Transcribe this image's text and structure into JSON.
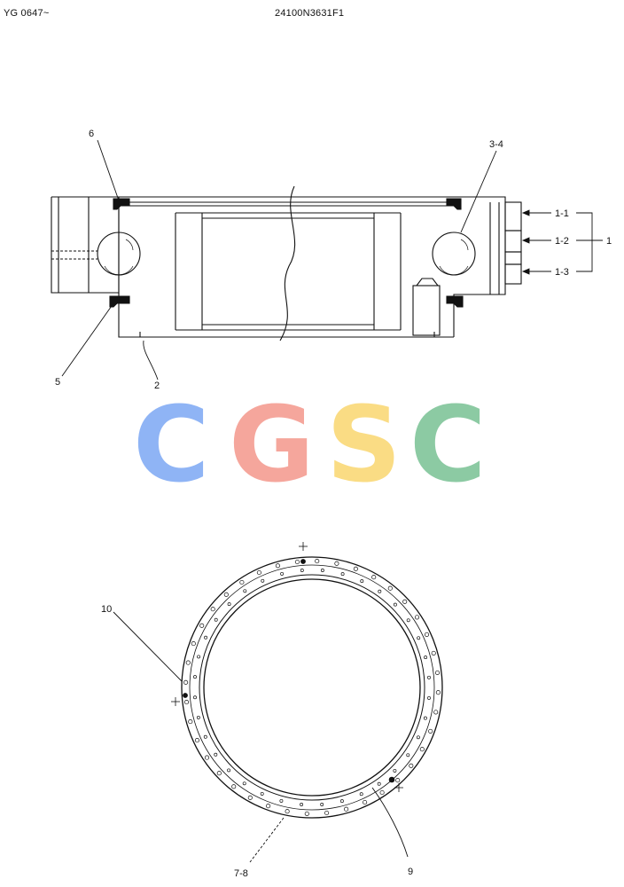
{
  "header": {
    "model_code": "YG 0647~",
    "drawing_number": "24100N3631F1"
  },
  "section_view": {
    "callouts": {
      "c6": "6",
      "c34": "3-4",
      "c11": "1-1",
      "c12": "1-2",
      "c13": "1-3",
      "c1": "1",
      "c5": "5",
      "c2": "2"
    }
  },
  "logo": {
    "letters": [
      "C",
      "G",
      "S",
      "C"
    ],
    "colors": [
      "#8fb4f5",
      "#f5a69c",
      "#fadc84",
      "#8ccaa3"
    ]
  },
  "plan_view": {
    "callouts": {
      "c10": "10",
      "c78": "7-8",
      "c9": "9"
    }
  }
}
